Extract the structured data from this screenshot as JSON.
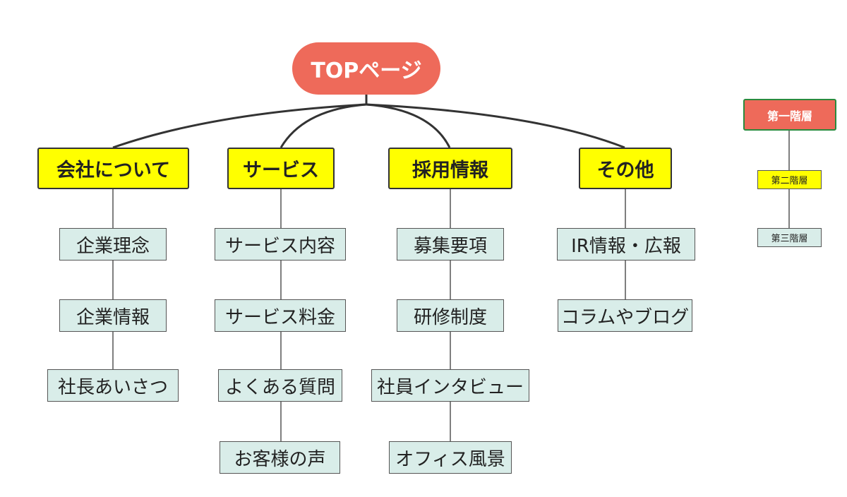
{
  "top": {
    "label": "TOPページ"
  },
  "sections": [
    {
      "label": "会社について",
      "children": [
        "企業理念",
        "企業情報",
        "社長あいさつ"
      ]
    },
    {
      "label": "サービス",
      "children": [
        "サービス内容",
        "サービス料金",
        "よくある質問",
        "お客様の声"
      ]
    },
    {
      "label": "採用情報",
      "children": [
        "募集要項",
        "研修制度",
        "社員インタビュー",
        "オフィス風景"
      ]
    },
    {
      "label": "その他",
      "children": [
        "IR情報・広報",
        "コラムやブログ"
      ]
    }
  ],
  "legend": {
    "level1": "第一階層",
    "level2": "第二階層",
    "level3": "第三階層"
  },
  "colors": {
    "level1": "#ee6a5a",
    "level2": "#ffff00",
    "level3": "#d9ede9",
    "line": "#333333"
  }
}
